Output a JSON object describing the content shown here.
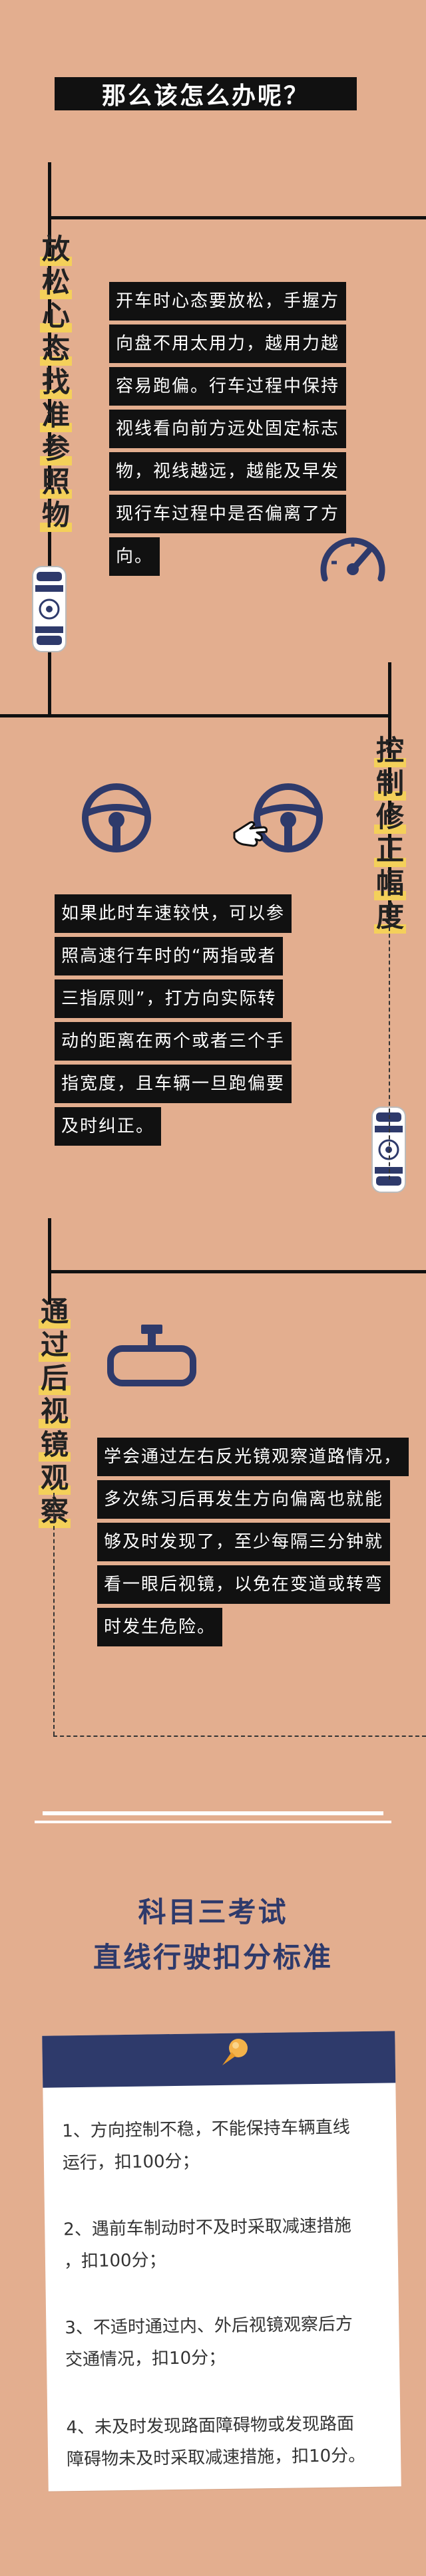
{
  "header": {
    "title": "那么该怎么办呢？"
  },
  "section1": {
    "heading": [
      "放",
      "松",
      "心",
      "态",
      "找",
      "准",
      "参",
      "照",
      "物"
    ],
    "lines": [
      "开车时心态要放松，手握方",
      "向盘不用太用力，越用力越",
      "容易跑偏。行车过程中保持",
      "视线看向前方远处固定标志",
      "物，视线越远，越能及早发",
      "现行车过程中是否偏离了方",
      "向。"
    ]
  },
  "section2": {
    "heading": [
      "控",
      "制",
      "修",
      "正",
      "幅",
      "度"
    ],
    "lines": [
      "如果此时车速较快，可以参",
      "照高速行车时的“两指或者",
      "三指原则”，打方向实际转",
      "动的距离在两个或者三个手",
      "指宽度，且车辆一旦跑偏要",
      "及时纠正。"
    ]
  },
  "section3": {
    "heading": [
      "通",
      "过",
      "后",
      "视",
      "镜",
      "观",
      "察"
    ],
    "lines": [
      "学会通过左右反光镜观察道路情况，",
      "多次练习后再发生方向偏离也就能",
      "够及时发现了，至少每隔三分钟就",
      "看一眼后视镜，以免在变道或转弯",
      "时发生危险。"
    ]
  },
  "standard": {
    "title_line1": "科目三考试",
    "title_line2": "直线行驶扣分标准",
    "items": [
      [
        "1、方向控制不稳，不能保持车辆直线",
        "运行，扣100分；"
      ],
      [
        "2、遇前车制动时不及时采取减速措施",
        "，扣100分；"
      ],
      [
        "3、不适时通过内、外后视镜观察后方",
        "交通情况，扣10分；"
      ],
      [
        "4、未及时发现路面障碍物或发现路面",
        "障碍物未及时采取减速措施，扣10分。"
      ]
    ]
  },
  "colors": {
    "background": "#E3AE8F",
    "navy": "#2E3A6B",
    "highlight": "#F4D05A",
    "black": "#111111"
  },
  "icons": [
    "speedometer-icon",
    "steering-wheel-icon",
    "hand-pointer-icon",
    "rearview-mirror-icon",
    "police-car-icon",
    "pin-icon"
  ]
}
